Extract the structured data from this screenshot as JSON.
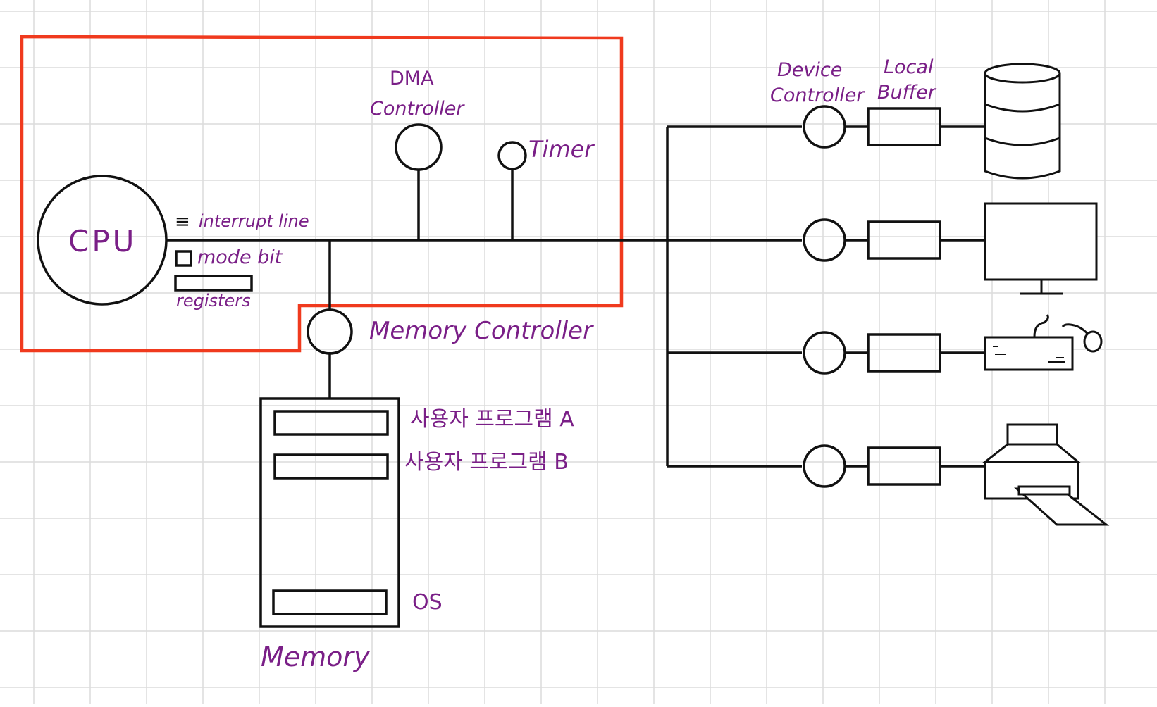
{
  "labels": {
    "cpu": "CPU",
    "interrupt_line": "interrupt line",
    "mode_bit": "mode bit",
    "registers": "registers",
    "dma_line1": "DMA",
    "dma_line2": "Controller",
    "timer": "Timer",
    "memory_controller": "Memory Controller",
    "memory": "Memory",
    "program_a": "사용자 프로그램 A",
    "program_b": "사용자 프로그램 B",
    "os": "OS",
    "device_controller_line1": "Device",
    "device_controller_line2": "Controller",
    "local_buffer_line1": "Local",
    "local_buffer_line2": "Buffer",
    "interrupt_glyph": "≡"
  },
  "devices": [
    {
      "name": "disk-storage"
    },
    {
      "name": "monitor"
    },
    {
      "name": "keyboard-mouse"
    },
    {
      "name": "printer"
    }
  ],
  "colors": {
    "text": "#7a1f87",
    "highlight_border": "#f03a1e",
    "line": "#111111",
    "grid": "#d9d9d9"
  }
}
